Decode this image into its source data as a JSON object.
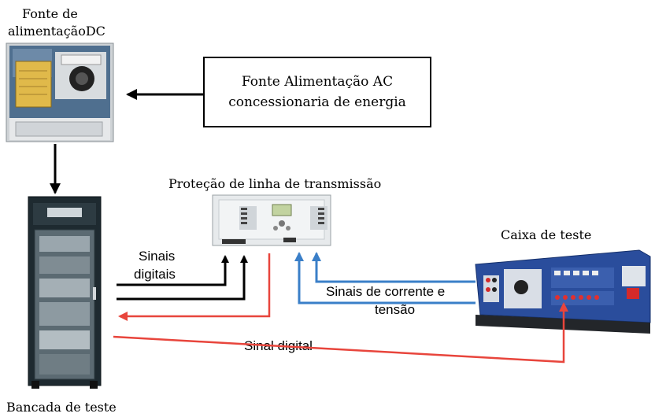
{
  "labels": {
    "fonte_dc_line1": "Fonte de",
    "fonte_dc_line2": "alimentaçãoDC",
    "fonte_ac_line1": "Fonte Alimentação AC",
    "fonte_ac_line2": "concessionaria de energia",
    "protecao": "Proteção de linha de transmissão",
    "caixa": "Caixa de teste",
    "bancada": "Bancada de teste",
    "sinais_digitais_1": "Sinais",
    "sinais_digitais_2": "digitais",
    "sinais_corrente_1": "Sinais de corrente e",
    "sinais_corrente_2": "tensão",
    "sinal_digital": "Sinal digital"
  },
  "colors": {
    "black_signal": "#000000",
    "red_signal": "#e8453c",
    "blue_signal": "#3a7fc8"
  },
  "icons": {
    "dc_supply": "dc-power-supply-photo",
    "test_bench": "test-bench-cabinet-photo",
    "protection_relay": "protection-relay-photo",
    "test_box": "test-box-photo"
  }
}
